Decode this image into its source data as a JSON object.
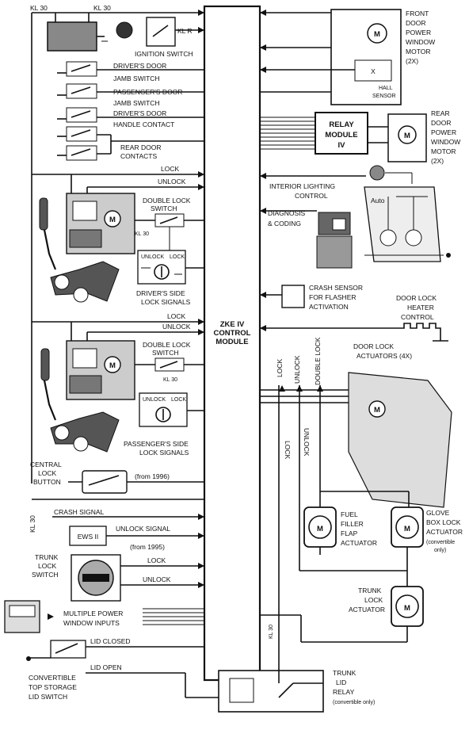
{
  "module": {
    "line1": "ZKE IV",
    "line2": "CONTROL",
    "line3": "MODULE"
  },
  "top": {
    "kl30_a": "KL 30",
    "kl30_b": "KL 30",
    "klr": "KL R",
    "ignition": "IGNITION SWITCH"
  },
  "left_switches": {
    "drivers_jamb_1": "DRIVER'S DOOR",
    "drivers_jamb_2": "JAMB SWITCH",
    "pass_jamb_1": "PASSENGER'S DOOR",
    "pass_jamb_2": "JAMB SWITCH",
    "handle_1": "DRIVER'S DOOR",
    "handle_2": "HANDLE CONTACT",
    "rear_1": "REAR DOOR",
    "rear_2": "CONTACTS"
  },
  "driver_lock": {
    "lock": "LOCK",
    "unlock": "UNLOCK",
    "double_1": "DOUBLE LOCK",
    "double_2": "SWITCH",
    "kl30": "KL 30",
    "sig_1": "DRIVER'S SIDE",
    "sig_2": "LOCK SIGNALS",
    "cyl_unlock": "UNLOCK",
    "cyl_lock": "LOCK",
    "motor": "M"
  },
  "passenger_lock": {
    "lock": "LOCK",
    "unlock": "UNLOCK",
    "double_1": "DOUBLE LOCK",
    "double_2": "SWITCH",
    "kl30": "KL 30",
    "sig_1": "PASSENGER'S SIDE",
    "sig_2": "LOCK SIGNALS",
    "cyl_unlock": "UNLOCK",
    "cyl_lock": "LOCK",
    "motor": "M"
  },
  "central": {
    "l1": "CENTRAL",
    "l2": "LOCK",
    "l3": "BUTTON",
    "from": "(from 1996)"
  },
  "crash": "CRASH SIGNAL",
  "kl30_v": "KL 30",
  "ews": {
    "box": "EWS II",
    "sig": "UNLOCK SIGNAL",
    "from": "(from 1995)"
  },
  "trunk_sw": {
    "l1": "TRUNK",
    "l2": "LOCK",
    "l3": "SWITCH",
    "lock": "LOCK",
    "unlock": "UNLOCK"
  },
  "mpwi": {
    "l1": "MULTIPLE POWER",
    "l2": "WINDOW INPUTS"
  },
  "lid": {
    "closed": "LID CLOSED",
    "open": "LID OPEN",
    "c1": "CONVERTIBLE",
    "c2": "TOP STORAGE",
    "c3": "LID SWITCH"
  },
  "front_motor": {
    "l1": "FRONT",
    "l2": "DOOR",
    "l3": "POWER",
    "l4": "WINDOW",
    "l5": "MOTOR",
    "l6": "(2X)",
    "hall1": "HALL",
    "hall2": "SENSOR",
    "x": "X",
    "m": "M"
  },
  "relay_iv": {
    "l1": "RELAY",
    "l2": "MODULE",
    "l3": "IV"
  },
  "rear_motor": {
    "l1": "REAR",
    "l2": "DOOR",
    "l3": "POWER",
    "l4": "WINDOW",
    "l5": "MOTOR",
    "l6": "(2X)",
    "m": "M"
  },
  "interior": {
    "l1": "INTERIOR LIGHTING",
    "l2": "CONTROL",
    "auto": "Auto"
  },
  "diag": {
    "l1": "DIAGNOSIS",
    "l2": "& CODING"
  },
  "crash_sensor": {
    "l1": "CRASH SENSOR",
    "l2": "FOR FLASHER",
    "l3": "ACTIVATION"
  },
  "heater": {
    "l1": "DOOR LOCK",
    "l2": "HEATER",
    "l3": "CONTROL"
  },
  "actuators": {
    "v_lock": "LOCK",
    "v_unlock": "UNLOCK",
    "v_double": "DOUBLE LOCK",
    "title_1": "DOOR LOCK",
    "title_2": "ACTUATORS (4X)",
    "v_lock2": "LOCK",
    "v_unlock2": "UNLOCK",
    "m": "M"
  },
  "fuel": {
    "l1": "FUEL",
    "l2": "FILLER",
    "l3": "FLAP",
    "l4": "ACTUATOR",
    "m": "M"
  },
  "glove": {
    "l1": "GLOVE",
    "l2": "BOX LOCK",
    "l3": "ACTUATOR",
    "l4": "(convertible",
    "l5": "only)",
    "m": "M"
  },
  "trunk_act": {
    "l1": "TRUNK",
    "l2": "LOCK",
    "l3": "ACTUATOR",
    "m": "M"
  },
  "trunk_relay": {
    "l1": "TRUNK",
    "l2": "LID",
    "l3": "RELAY",
    "l4": "(convertible only)",
    "kl30": "KL 30"
  }
}
